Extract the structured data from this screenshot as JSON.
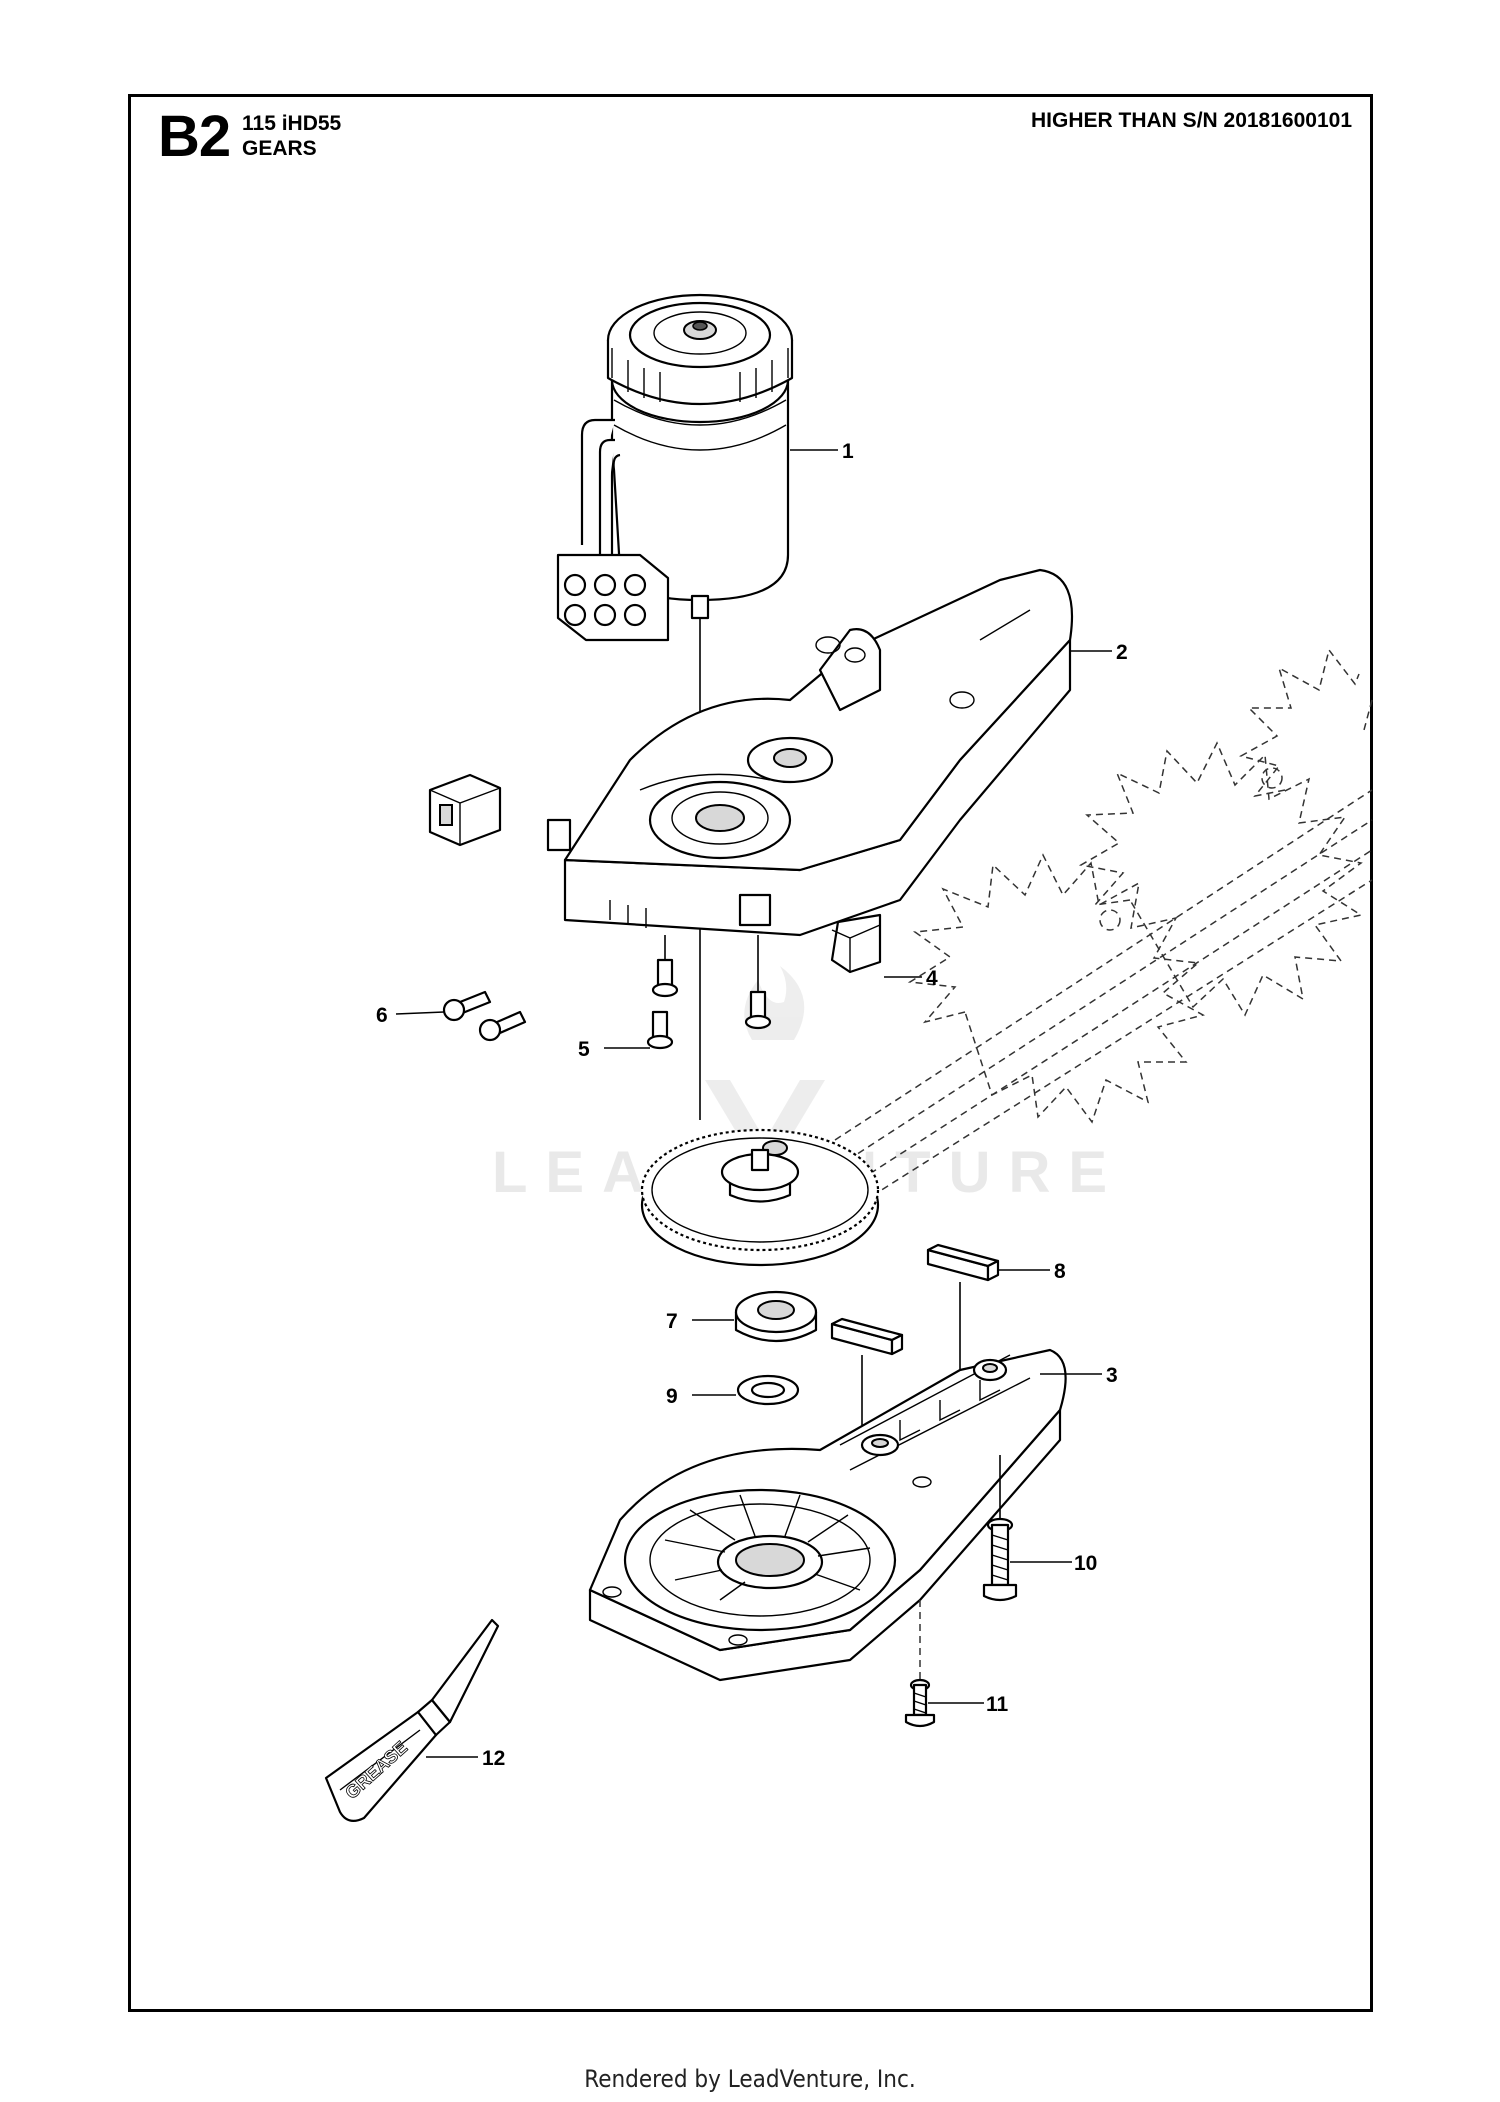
{
  "header": {
    "sheet_code": "B2",
    "model": "115 iHD55",
    "section": "GEARS",
    "serial_note": "HIGHER THAN S/N 20181600101"
  },
  "watermark": "LEADVENTURE",
  "grease_label": "GREASE",
  "callouts": [
    "1",
    "2",
    "3",
    "4",
    "5",
    "6",
    "7",
    "8",
    "9",
    "10",
    "11",
    "12"
  ],
  "footer": "Rendered by LeadVenture, Inc."
}
